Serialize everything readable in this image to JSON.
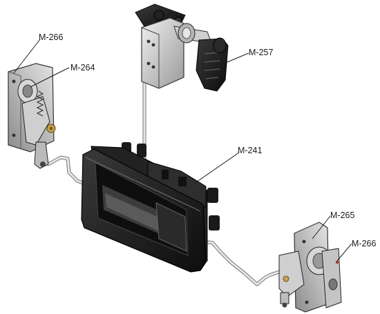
{
  "diagram": {
    "callouts": [
      {
        "id": "m266_top",
        "text": "M-266"
      },
      {
        "id": "m264",
        "text": "M-264"
      },
      {
        "id": "m257",
        "text": "M-257"
      },
      {
        "id": "m241",
        "text": "M-241"
      },
      {
        "id": "m265",
        "text": "M-265"
      },
      {
        "id": "m266_bottom",
        "text": "M-266"
      }
    ]
  }
}
